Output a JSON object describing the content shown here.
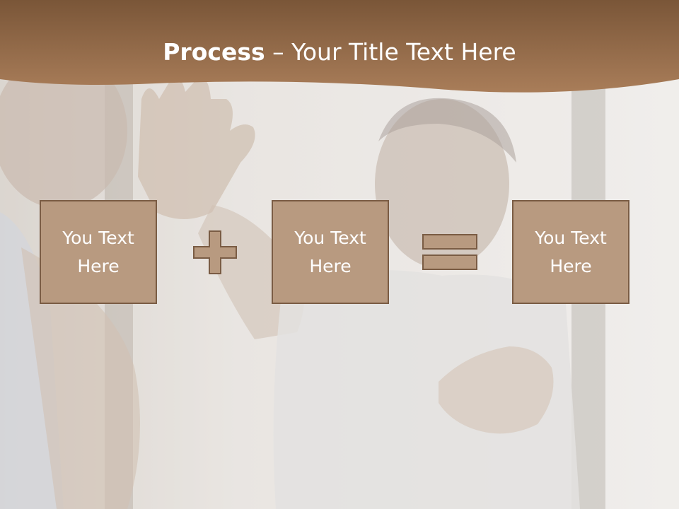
{
  "slide": {
    "title_bold": "Process",
    "title_rest": " – Your Title Text Here"
  },
  "boxes": [
    {
      "text": "You Text Here"
    },
    {
      "text": "You Text Here"
    },
    {
      "text": "You Text Here"
    }
  ],
  "operators": [
    "plus-icon",
    "equals-icon"
  ],
  "colors": {
    "header": "#9b6f4c",
    "box_fill": "#b89a80",
    "box_border": "#7a5c44",
    "text": "#ffffff"
  }
}
